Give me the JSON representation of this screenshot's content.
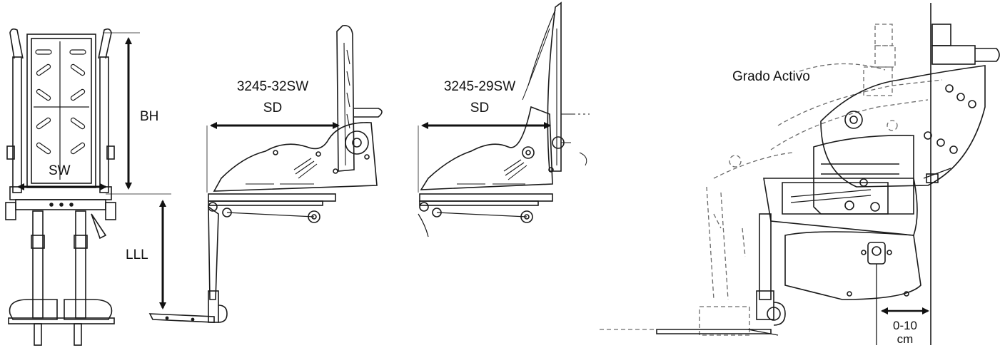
{
  "diagram": {
    "labels": {
      "back_height": "BH",
      "seat_width": "SW",
      "lower_leg_length": "LLL",
      "model_a": "3245-32SW",
      "seat_depth_a": "SD",
      "model_b": "3245-29SW",
      "seat_depth_b": "SD",
      "active_tilt": "Grado Activo",
      "offset_value": "0-10",
      "offset_unit": "cm"
    },
    "colors": {
      "line": "#1a1a1a",
      "dashed": "#6a6a6a",
      "fill": "#ffffff"
    }
  }
}
